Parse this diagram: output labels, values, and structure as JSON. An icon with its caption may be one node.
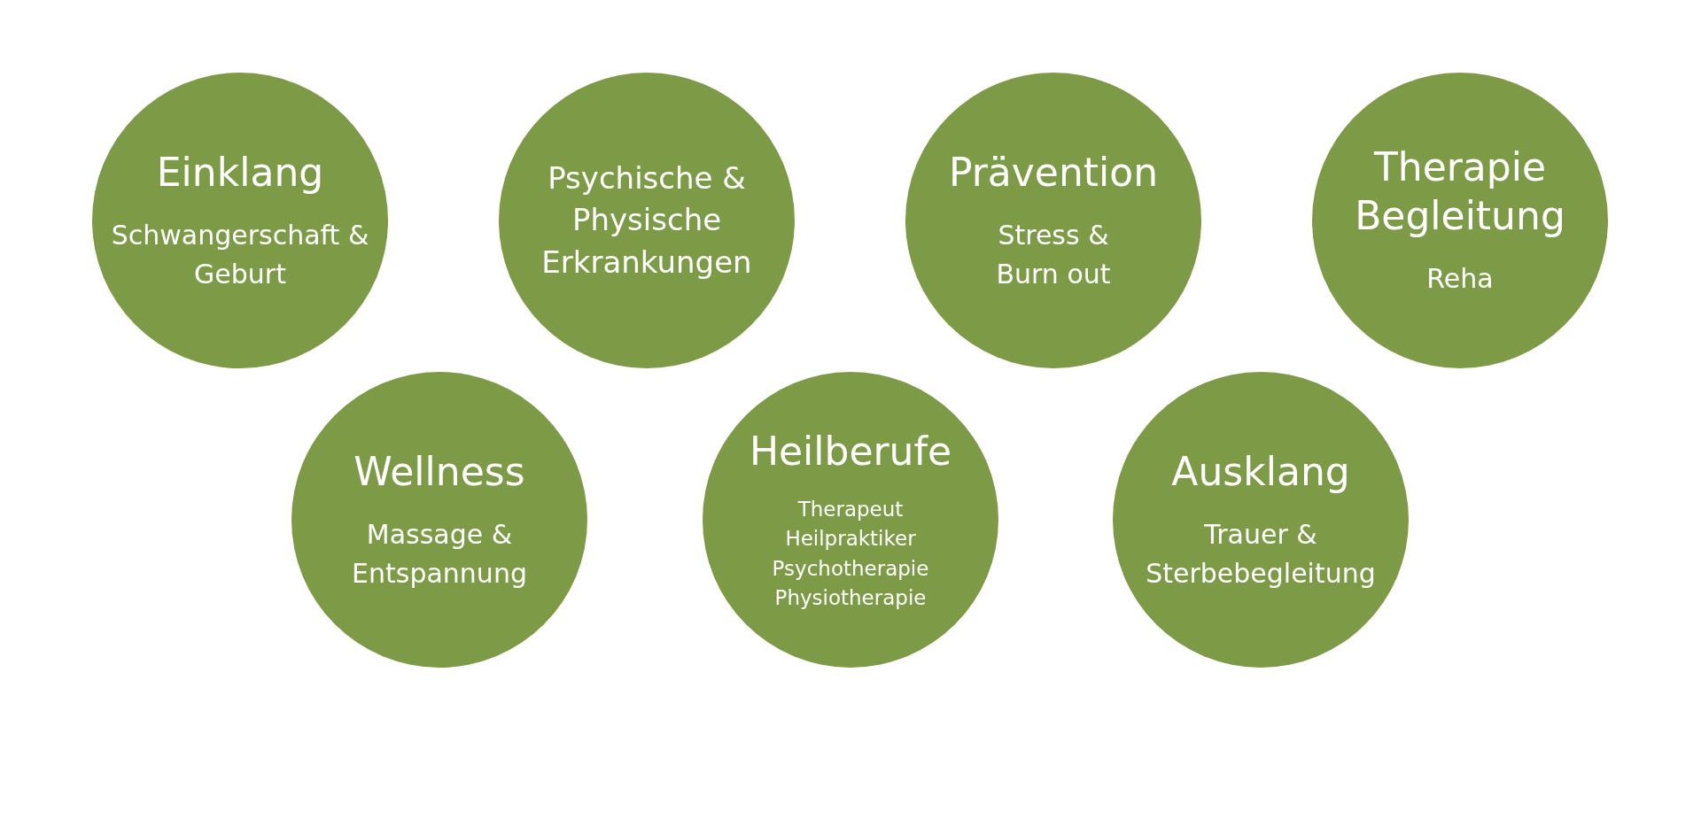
{
  "diagram": {
    "nodes": [
      {
        "text": [
          "Einklang",
          "Schwangerschaft & Geburt"
        ]
      },
      {
        "text": [
          "Psychische & Physische Erkrankungen"
        ]
      },
      {
        "text": [
          "Prävention",
          "Stress & Burn out"
        ]
      },
      {
        "text": [
          "Therapie Begleitung",
          "Reha"
        ]
      },
      {
        "text": [
          "Wellness",
          "Massage & Entspannung"
        ]
      },
      {
        "text": [
          "Heilberufe",
          "Therapeut Heilpraktiker Psychotherapie Physiotherapie"
        ]
      },
      {
        "text": [
          "Ausklang",
          "Trauer & Sterbebegleitung"
        ]
      }
    ]
  }
}
